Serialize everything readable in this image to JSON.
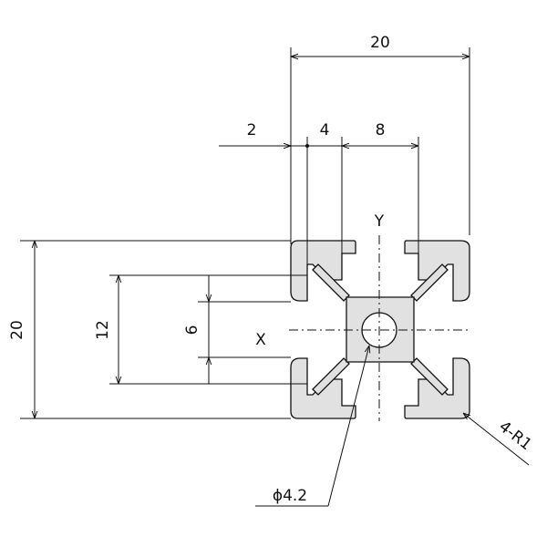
{
  "diagram": {
    "dimensions": {
      "overall_width": "20",
      "slot_lip": "2",
      "wall": "4",
      "slot_width": "8",
      "overall_height": "20",
      "inner_height": "12",
      "slot_opening": "6",
      "hole": "ϕ4.2",
      "corner_radius": "4-R1"
    },
    "axes": {
      "x": "X",
      "y": "Y"
    },
    "colors": {
      "profile_fill": "#e1e1e1",
      "line": "#111111",
      "background": "#ffffff"
    }
  }
}
